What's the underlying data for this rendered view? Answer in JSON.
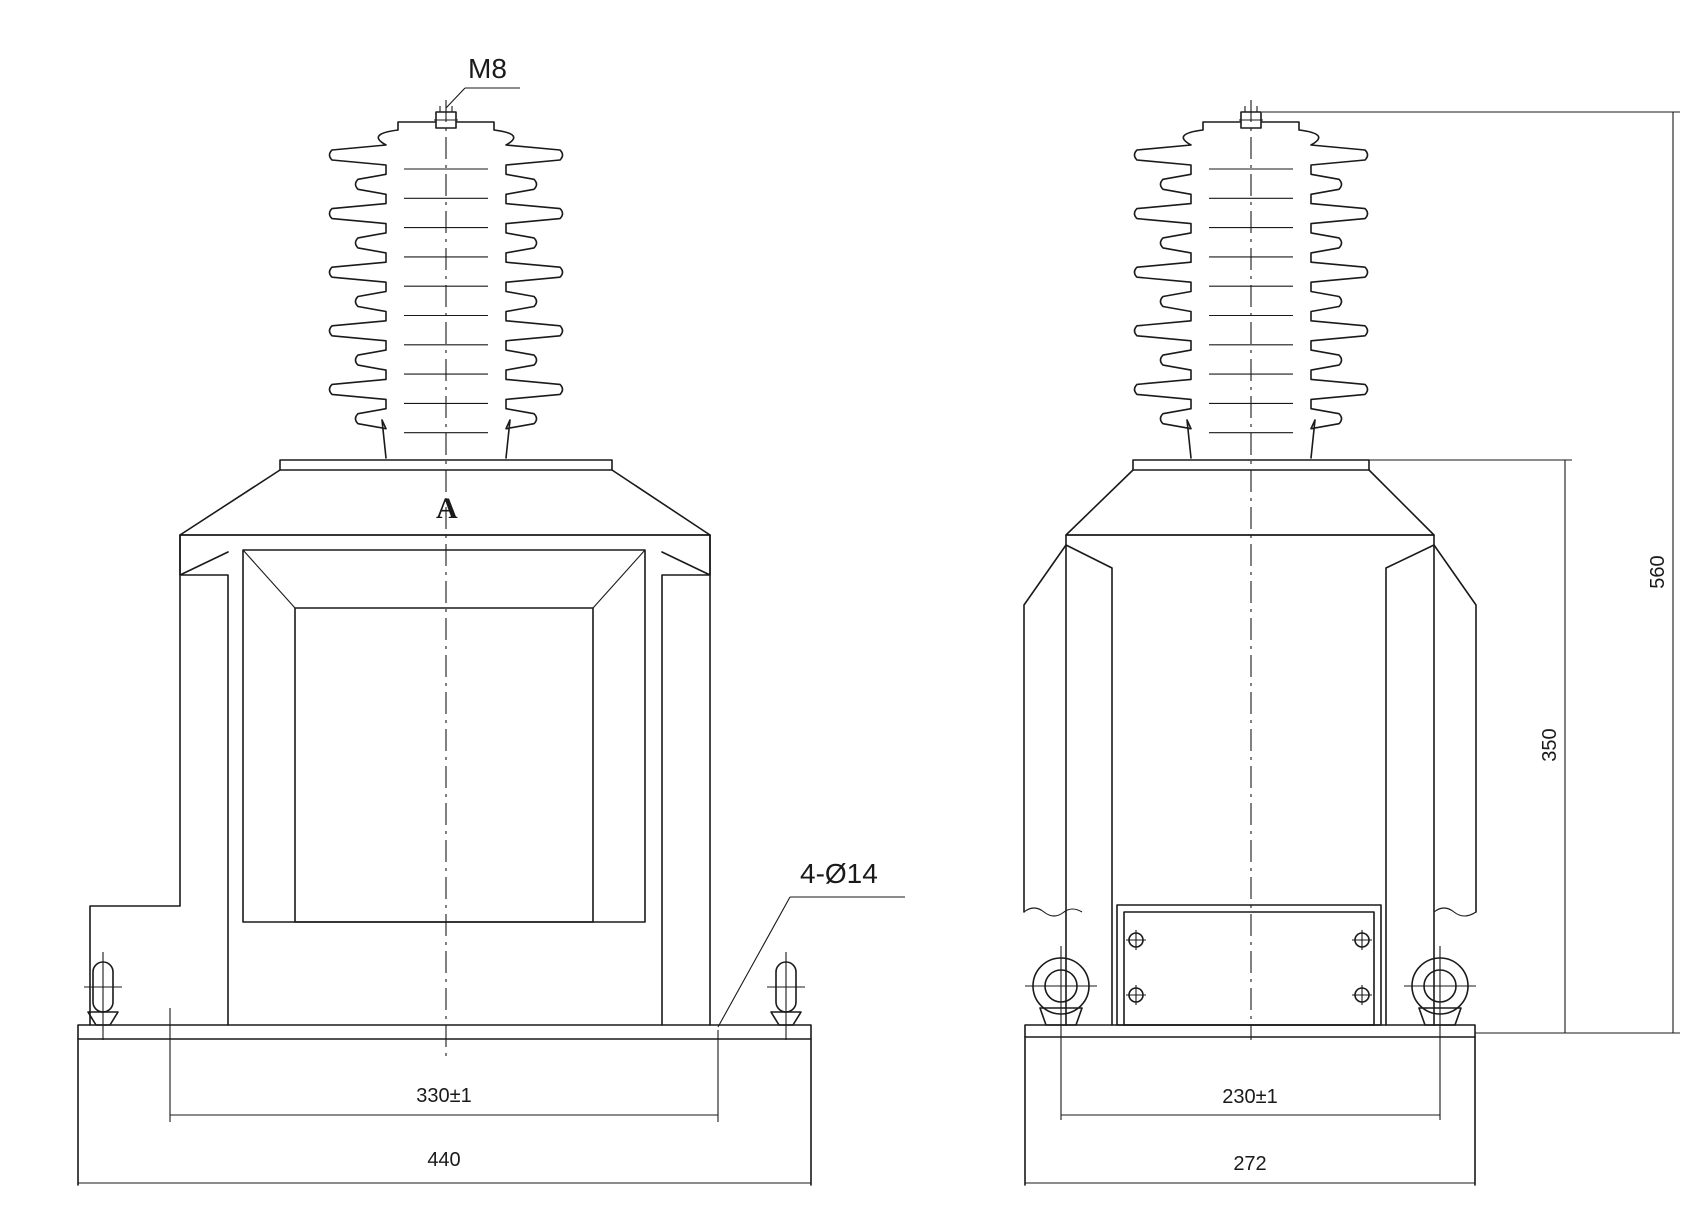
{
  "title": "",
  "labels": {
    "thread": "M8",
    "holes": "4-Ø14",
    "terminal": "A"
  },
  "dimensions": {
    "front_hole_spacing": "330±1",
    "front_base_width": "440",
    "side_hole_spacing": "230±1",
    "side_base_width": "272",
    "side_body_height": "350",
    "side_total_height": "560"
  }
}
